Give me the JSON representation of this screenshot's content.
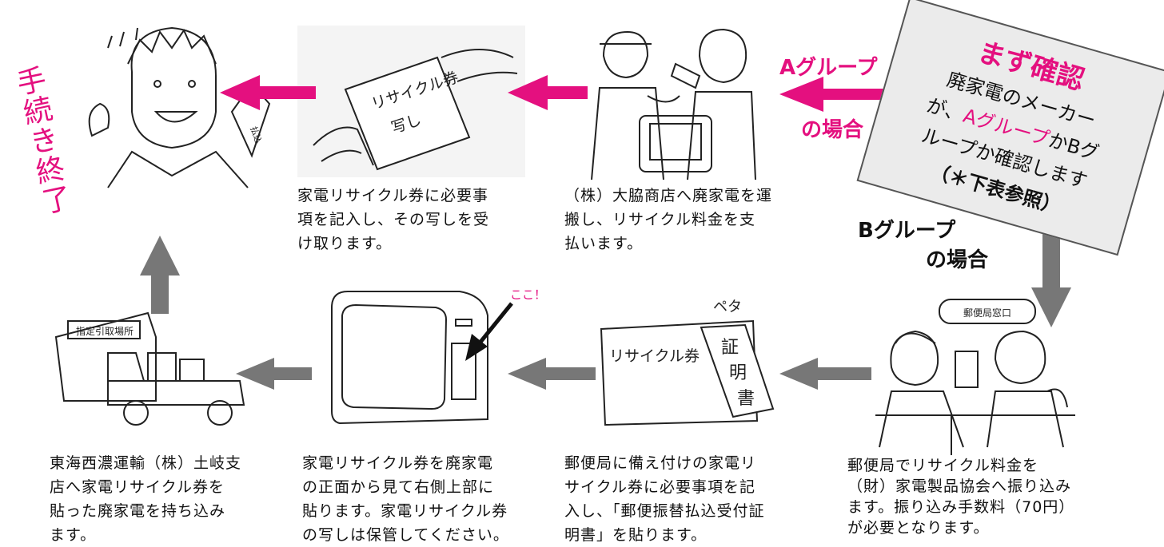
{
  "colors": {
    "accent": "#e4107f",
    "gray_arrow": "#777777",
    "box_bg": "#ebebeb"
  },
  "labels": {
    "procedure_complete": "手続き終了",
    "a_group_top": "Aグループ",
    "a_group_bottom": "の場合",
    "b_group_top": "Bグループ",
    "b_group_bottom": "の場合",
    "here": "ここ！"
  },
  "check_box": {
    "title": "まず確認",
    "line1": "廃家電のメーカー",
    "line2_pre": "が、",
    "line2_accent": "Aグループ",
    "line2_post": "かBグ",
    "line3": "ループか確認します",
    "line4": "（＊下表参照）"
  },
  "sketch_text": {
    "ticket_copy": "リサイクル券\n写し",
    "ticket": "リサイクル券",
    "certificate": "証明書",
    "sticky": "ペタ",
    "post_office_sign": "郵便局窓口",
    "depot_sign": "指定引取場所",
    "slip": "払込"
  },
  "steps": [
    {
      "id": "step-a2",
      "text": "家電リサイクル券に必要事\n項を記入し、その写しを受\nけ取ります。"
    },
    {
      "id": "step-a1",
      "text": "（株）大脇商店へ廃家電を運\n搬し、リサイクル料金を支\n払います。"
    },
    {
      "id": "step-b4",
      "text": "東海西濃運輸（株）土岐支\n店へ家電リサイクル券を\n貼った廃家電を持ち込み\nます。"
    },
    {
      "id": "step-b3",
      "text": "家電リサイクル券を廃家電\nの正面から見て右側上部に\n貼ります。家電リサイクル券\nの写しは保管してください。"
    },
    {
      "id": "step-b2",
      "text": "郵便局に備え付けの家電リ\nサイクル券に必要事項を記\n入し、「郵便振替払込受付証\n明書」を貼ります。"
    },
    {
      "id": "step-b1",
      "text": "郵便局でリサイクル料金を\n（財）家電製品協会へ振り込み\nます。振り込み手数料（70円）\nが必要となります。"
    }
  ]
}
